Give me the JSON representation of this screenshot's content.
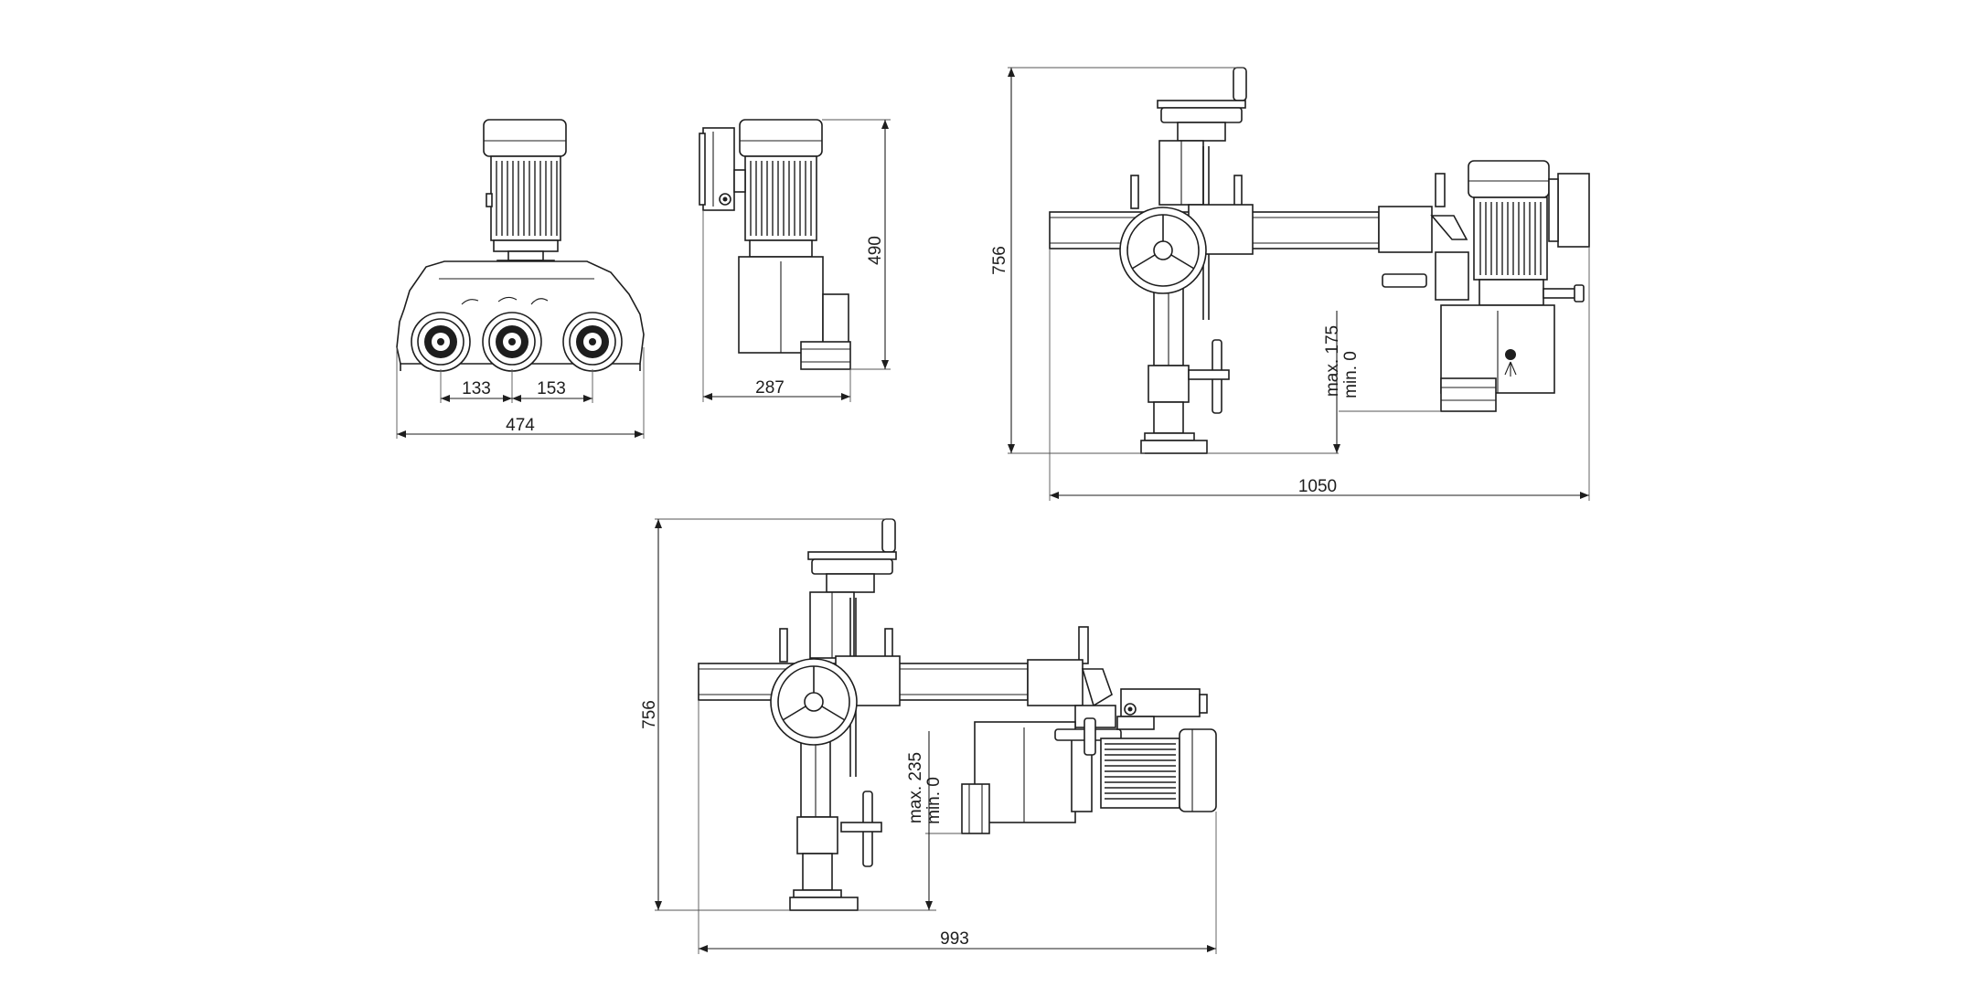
{
  "colors": {
    "line": "#1e1e1e",
    "background": "#ffffff"
  },
  "dimensions": {
    "front": {
      "roller_spacing_left": "133",
      "roller_spacing_right": "153",
      "overall_width": "474"
    },
    "side": {
      "depth": "287",
      "height": "490"
    },
    "right_elevation": {
      "overall_height": "756",
      "overall_length": "1050",
      "travel_max": "max. 175",
      "travel_min": "min. 0"
    },
    "bottom_elevation": {
      "overall_height": "756",
      "overall_length": "993",
      "travel_max": "max. 235",
      "travel_min": "min. 0"
    }
  }
}
